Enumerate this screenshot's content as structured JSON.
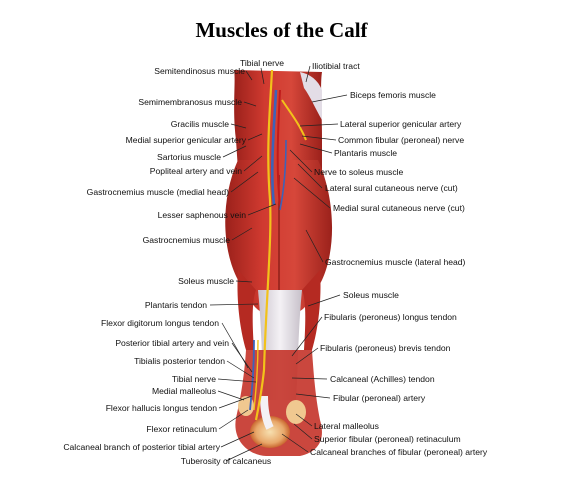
{
  "title": "Muscles of the Calf",
  "colors": {
    "muscle": "#c8312c",
    "muscle_dark": "#8e1c17",
    "muscle_light": "#e8705e",
    "tendon": "#e6e2e8",
    "nerve": "#f2c21a",
    "vein": "#3d63b8",
    "leader": "#222222"
  },
  "labels": [
    {
      "id": "tibial-nerve-top",
      "text": "Tibial nerve",
      "side": "center"
    },
    {
      "id": "iliotibial-tract",
      "text": "Iliotibial tract",
      "side": "right"
    },
    {
      "id": "semitendinosus-muscle",
      "text": "Semitendinosus muscle",
      "side": "left"
    },
    {
      "id": "biceps-femoris-muscle",
      "text": "Biceps femoris muscle",
      "side": "right"
    },
    {
      "id": "semimembranosus-muscle",
      "text": "Semimembranosus muscle",
      "side": "left"
    },
    {
      "id": "gracilis-muscle",
      "text": "Gracilis muscle",
      "side": "left"
    },
    {
      "id": "lateral-superior-genicular-artery",
      "text": "Lateral superior genicular artery",
      "side": "right"
    },
    {
      "id": "medial-superior-genicular-artery",
      "text": "Medial superior genicular artery",
      "side": "left"
    },
    {
      "id": "common-fibular-nerve",
      "text": "Common fibular (peroneal) nerve",
      "side": "right"
    },
    {
      "id": "sartorius-muscle",
      "text": "Sartorius muscle",
      "side": "left"
    },
    {
      "id": "plantaris-muscle",
      "text": "Plantaris muscle",
      "side": "right"
    },
    {
      "id": "popliteal-artery-vein",
      "text": "Popliteal artery and vein",
      "side": "left"
    },
    {
      "id": "nerve-to-soleus",
      "text": "Nerve to soleus muscle",
      "side": "right"
    },
    {
      "id": "lateral-sural-cutaneous-nerve",
      "text": "Lateral sural cutaneous nerve (cut)",
      "side": "right"
    },
    {
      "id": "gastrocnemius-medial-head",
      "text": "Gastrocnemius muscle (medial head)",
      "side": "left"
    },
    {
      "id": "medial-sural-cutaneous-nerve",
      "text": "Medial sural cutaneous nerve (cut)",
      "side": "right"
    },
    {
      "id": "lesser-saphenous-vein",
      "text": "Lesser saphenous vein",
      "side": "left"
    },
    {
      "id": "gastrocnemius-muscle",
      "text": "Gastrocnemius muscle",
      "side": "left"
    },
    {
      "id": "gastrocnemius-lateral-head",
      "text": "Gastrocnemius muscle (lateral head)",
      "side": "right"
    },
    {
      "id": "soleus-muscle-left",
      "text": "Soleus muscle",
      "side": "left"
    },
    {
      "id": "soleus-muscle-right",
      "text": "Soleus muscle",
      "side": "right"
    },
    {
      "id": "plantaris-tendon",
      "text": "Plantaris tendon",
      "side": "left"
    },
    {
      "id": "fibularis-longus-tendon",
      "text": "Fibularis (peroneus) longus tendon",
      "side": "right"
    },
    {
      "id": "flexor-digitorum-longus-tendon",
      "text": "Flexor digitorum longus tendon",
      "side": "left"
    },
    {
      "id": "posterior-tibial-artery-vein",
      "text": "Posterior tibial artery and vein",
      "side": "left"
    },
    {
      "id": "fibularis-brevis-tendon",
      "text": "Fibularis (peroneus) brevis tendon",
      "side": "right"
    },
    {
      "id": "tibialis-posterior-tendon",
      "text": "Tibialis posterior tendon",
      "side": "left"
    },
    {
      "id": "tibial-nerve-bottom",
      "text": "Tibial nerve",
      "side": "left"
    },
    {
      "id": "calcaneal-tendon",
      "text": "Calcaneal (Achilles) tendon",
      "side": "right"
    },
    {
      "id": "medial-malleolus",
      "text": "Medial malleolus",
      "side": "left"
    },
    {
      "id": "fibular-artery",
      "text": "Fibular (peroneal) artery",
      "side": "right"
    },
    {
      "id": "flexor-hallucis-longus-tendon",
      "text": "Flexor hallucis longus tendon",
      "side": "left"
    },
    {
      "id": "flexor-retinaculum",
      "text": "Flexor retinaculum",
      "side": "left"
    },
    {
      "id": "lateral-malleolus",
      "text": "Lateral malleolus",
      "side": "right"
    },
    {
      "id": "superior-fibular-retinaculum",
      "text": "Superior fibular (peroneal) retinaculum",
      "side": "right"
    },
    {
      "id": "calcaneal-branch-posterior-tibial",
      "text": "Calcaneal branch of posterior tibial artery",
      "side": "left"
    },
    {
      "id": "calcaneal-branches-fibular",
      "text": "Calcaneal branches of fibular (peroneal) artery",
      "side": "right"
    },
    {
      "id": "tuberosity-of-calcaneus",
      "text": "Tuberosity of calcaneus",
      "side": "center"
    }
  ]
}
